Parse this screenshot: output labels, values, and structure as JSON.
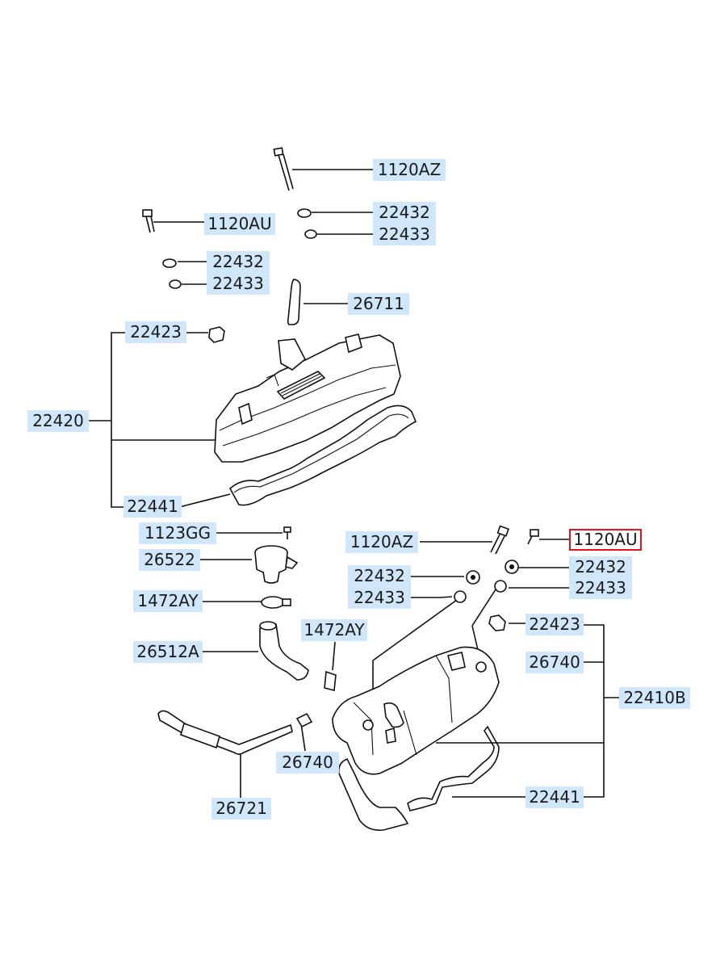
{
  "labels": [
    {
      "id": "upper-bolt-long",
      "text": "1120AZ",
      "selected": false
    },
    {
      "id": "upper-bolt-short",
      "text": "1120AU",
      "selected": false
    },
    {
      "id": "upper-right-washer",
      "text": "22432",
      "selected": false
    },
    {
      "id": "upper-right-grommet",
      "text": "22433",
      "selected": false
    },
    {
      "id": "upper-left-washer",
      "text": "22432",
      "selected": false
    },
    {
      "id": "upper-left-grommet",
      "text": "22433",
      "selected": false
    },
    {
      "id": "upper-breather-hose",
      "text": "26711",
      "selected": false
    },
    {
      "id": "upper-plug",
      "text": "22423",
      "selected": false
    },
    {
      "id": "upper-cover-assembly",
      "text": "22420",
      "selected": false
    },
    {
      "id": "upper-gasket",
      "text": "22441",
      "selected": false
    },
    {
      "id": "pcv-bolt",
      "text": "1123GG",
      "selected": false
    },
    {
      "id": "pcv-valve",
      "text": "26522",
      "selected": false
    },
    {
      "id": "hose-clamp",
      "text": "1472AY",
      "selected": false
    },
    {
      "id": "pcv-hose",
      "text": "26512A",
      "selected": false
    },
    {
      "id": "clamp-2",
      "text": "1472AY",
      "selected": false
    },
    {
      "id": "lower-bolt-long",
      "text": "1120AZ",
      "selected": false
    },
    {
      "id": "lower-bolt-short",
      "text": "1120AU",
      "selected": true
    },
    {
      "id": "lower-right-washer",
      "text": "22432",
      "selected": false
    },
    {
      "id": "lower-left-washer",
      "text": "22432",
      "selected": false
    },
    {
      "id": "lower-right-grommet",
      "text": "22433",
      "selected": false
    },
    {
      "id": "lower-left-grommet",
      "text": "22433",
      "selected": false
    },
    {
      "id": "lower-plug",
      "text": "22423",
      "selected": false
    },
    {
      "id": "lower-nipple",
      "text": "26740",
      "selected": false
    },
    {
      "id": "lower-cover-assembly",
      "text": "22410B",
      "selected": false
    },
    {
      "id": "nipple-fitting",
      "text": "26740",
      "selected": false
    },
    {
      "id": "breather-hose",
      "text": "26721",
      "selected": false
    },
    {
      "id": "lower-gasket",
      "text": "22441",
      "selected": false
    }
  ],
  "colors": {
    "label_bg": "#cfe6fb",
    "selected_border": "#e3131b",
    "line": "#111111"
  }
}
